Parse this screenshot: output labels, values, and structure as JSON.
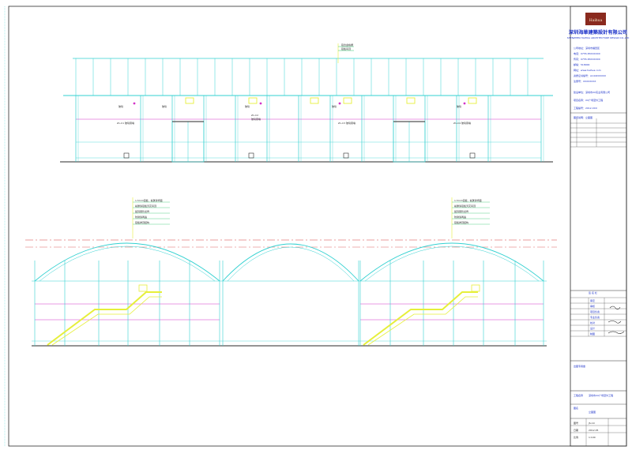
{
  "company": {
    "name_cn": "深圳海華建築設計有限公司",
    "name_en": "SHENZHEN HAIHUA ARCHITECTURE DESIGN CO.,LTD",
    "logo_text": "Haihua"
  },
  "colors": {
    "cyan": "#33d1d1",
    "magenta": "#d233c8",
    "yellow": "#e6ef3a",
    "green": "#2ec46a",
    "red": "#d23a3a",
    "blue": "#1a30c8",
    "frame": "#2a2a2a"
  },
  "elevation_top": {
    "leader_notes": [
      "铝合金格栅",
      "铝板吊顶"
    ],
    "tags": [
      "玻璃",
      "玻璃",
      "玻璃",
      "玻璃",
      "玻璃"
    ],
    "side_notes": [
      "Z1-C1",
      "Z1-C2",
      "Z1-C3",
      "Z1-C4"
    ],
    "side_notes_b": [
      "玻璃幕墙",
      "玻璃幕墙",
      "玻璃幕墙",
      "玻璃幕墙"
    ]
  },
  "elevation_bottom": {
    "notes_left": [
      "1.5mm铝板，氟碳漆饰面",
      "氟碳漆铝板天花吊顶",
      "镀锌钢管龙骨",
      "防锈漆两遍",
      "铝板拱顶结构"
    ],
    "notes_right": [
      "1.5mm铝板，氟碳漆饰面",
      "氟碳漆铝板天花吊顶",
      "镀锌钢管龙骨",
      "防锈漆两遍",
      "铝板拱顶结构"
    ]
  },
  "title_block": {
    "info_lines": [
      "公司地址：深圳市福田区",
      "电话：0755-83XXXXXX",
      "传真：0755-83XXXXXX",
      "邮编：518000",
      "网址：www.haihua.com",
      "资质证书编号：A144XXXXXX",
      "注册号：XXXXXXXX",
      "建设单位：深圳市XX实业有限公司",
      "项目名称：XX广场室外工程",
      "工程编号：2012-XXX",
      "图纸说明：立面图"
    ],
    "stamp_label": "出图专用章",
    "sig_header": "签  名  栏",
    "sig_rows": [
      "审定",
      "审核",
      "项目负责",
      "专业负责",
      "校对",
      "设计",
      "制图"
    ],
    "project_label": "工程名称",
    "project_name": "深圳市XX广场室外工程",
    "drawing_label": "图名",
    "drawing_name": "立面图",
    "drawing_no_label": "图号",
    "drawing_no": "JS-10",
    "date_label": "日期",
    "date": "2012.05",
    "scale_label": "比例",
    "scale": "1:100"
  }
}
